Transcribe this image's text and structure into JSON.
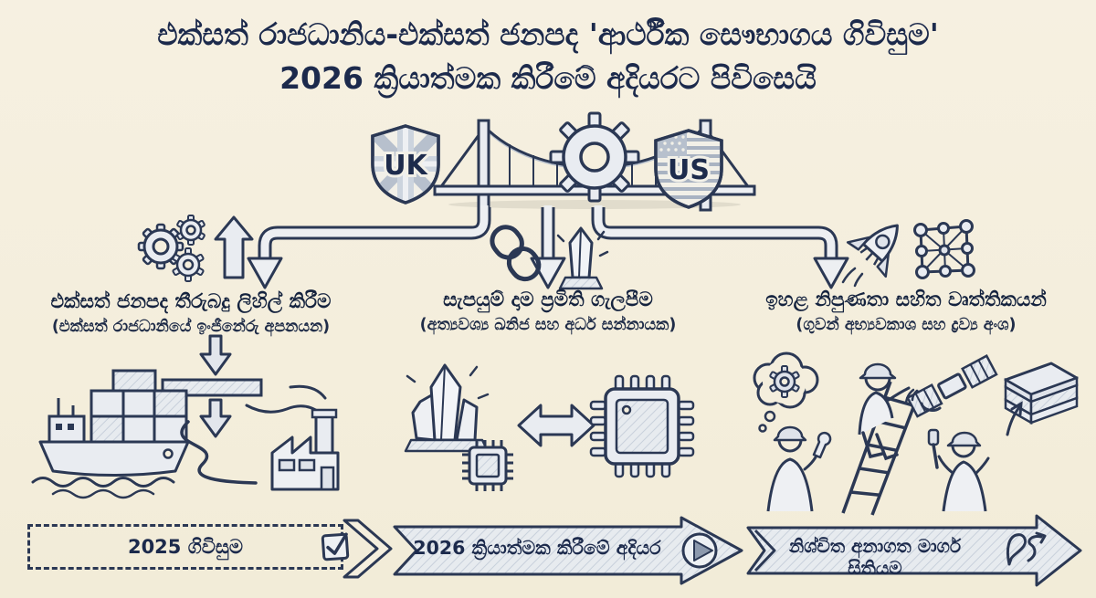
{
  "title": {
    "line1": "එක්සත් රාජධානිය-එක්සත් ජනපද 'ආර්ථීක සෞභාගය ගිවිසුම'",
    "line2": "2026 ක්‍රියාත්මක කිරීමේ අදියරට පිවිසෙයි"
  },
  "hero": {
    "uk_label": "UK",
    "us_label": "US",
    "center_icons": [
      "suspension-bridge-icon",
      "gear-icon"
    ],
    "left_shield_icon": "uk-shield-icon",
    "right_shield_icon": "us-shield-icon"
  },
  "columns": [
    {
      "heading": "එක්සත් ජනපද තීරුබදු ලිහිල් කිරීම",
      "subheading": "(එක්සත් රාජධානියේ ඉංජීනේරු අපනයන)",
      "branch_icons": [
        "gear-cluster-icon",
        "growth-arrow-icon"
      ],
      "illustration_icons": [
        "down-arrow-icon",
        "tariff-barrier-icon",
        "down-arrow-icon",
        "cargo-ship-icon",
        "winding-road-icon",
        "factory-icon"
      ]
    },
    {
      "heading": "සැපයුම් දාම ප්‍රමිති ගැලපීම",
      "subheading": "(අත්‍යවශ්‍ය ඛනිජ සහ අර්ධ සන්නායක)",
      "branch_icons": [
        "chain-link-icon",
        "crystal-icon"
      ],
      "illustration_icons": [
        "crystal-cluster-icon",
        "microchip-icon",
        "double-arrow-icon",
        "processor-chip-icon"
      ]
    },
    {
      "heading": "ඉහළ නිපුණතා සහිත වෘත්තිකයන්",
      "subheading": "(ගුවන් අභ්‍යවකාශ සහ ද්‍රව්‍ය අංශ)",
      "branch_icons": [
        "rocket-icon",
        "lattice-icon"
      ],
      "illustration_icons": [
        "thought-gear-icon",
        "worker-icon",
        "ladder-icon",
        "satellite-icon",
        "composite-material-icon",
        "worker-icon",
        "up-arrow-icon"
      ]
    }
  ],
  "timeline": [
    {
      "label": "2025 ගිවිසුම",
      "icon": "checkbox-checked-icon",
      "style": "dashed-box"
    },
    {
      "label": "2026 ක්‍රියාත්මක කිරීමේ අදියර",
      "icon": "play-icon",
      "style": "arrow-banner"
    },
    {
      "label": "නිශ්චිත අනාගත මාර්ග සිතියම",
      "icon": "route-map-icon",
      "style": "arrow-banner"
    }
  ],
  "colors": {
    "background": "#f5efde",
    "ink": "#2b3854",
    "title_text": "#1c2a4c",
    "light_fill": "#e9ecf1",
    "band_fill": "#ccd4de",
    "banner_fill": "#e7ebef",
    "hatch_line": "#c8d0db"
  }
}
